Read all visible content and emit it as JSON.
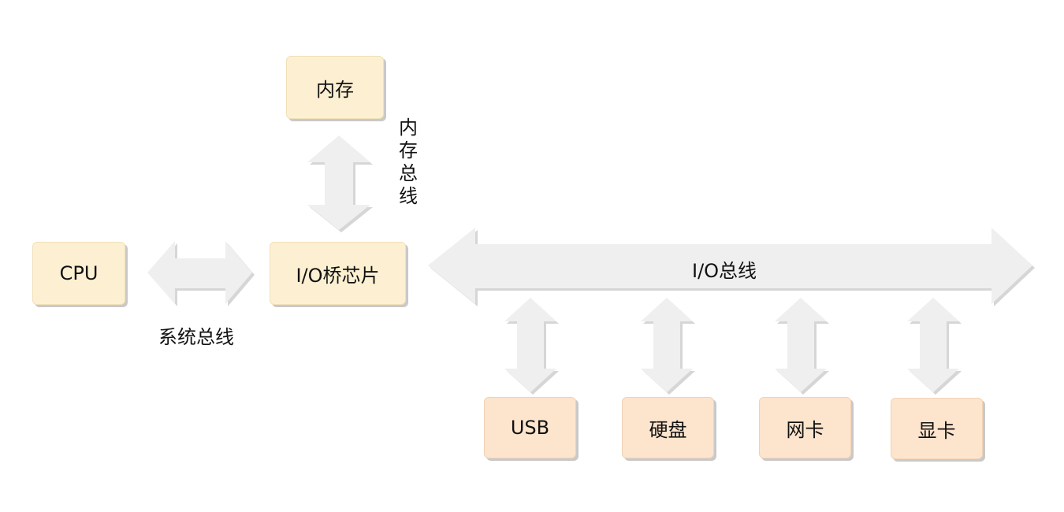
{
  "nodes": {
    "memory": "内存",
    "cpu": "CPU",
    "io_bridge": "I/O桥芯片",
    "usb": "USB",
    "hard_disk": "硬盘",
    "nic": "网卡",
    "gpu": "显卡"
  },
  "buses": {
    "memory_bus": "内存总线",
    "system_bus": "系统总线",
    "io_bus": "I/O总线"
  },
  "colors": {
    "top_box_fill": "#fdf0d2",
    "bottom_box_fill": "#fde4cd",
    "arrow_fill": "#efefef",
    "arrow_shadow": "#d6d6d6"
  }
}
